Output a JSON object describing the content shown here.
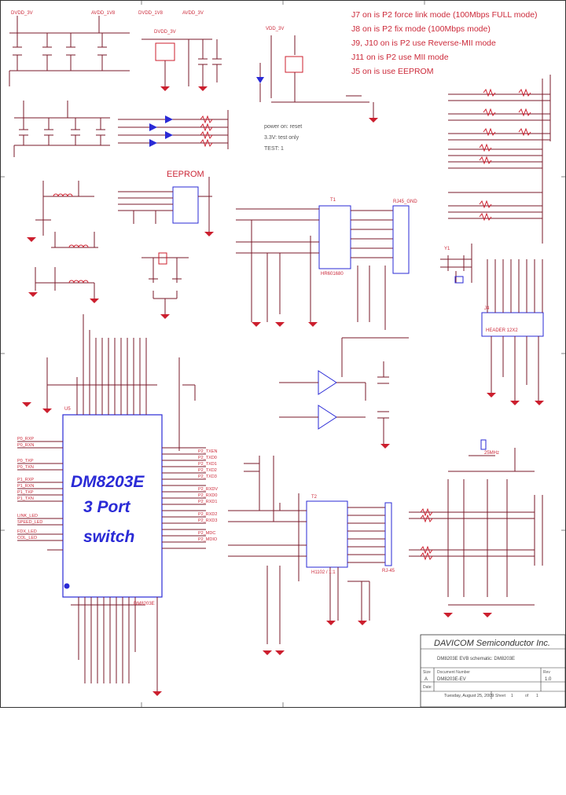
{
  "notes": [
    "J7 on is P2 force link mode (100Mbps FULL mode)",
    "J8 on is P2 fix mode (100Mbps mode)",
    "J9, J10 on is P2 use Reverse-MII mode",
    "J11 on is P2 use MII mode",
    "J5 on is use EEPROM"
  ],
  "chip": {
    "part": "DM8203E",
    "label_line1": "DM8203E",
    "label_line2": "3 Port",
    "label_line3": "switch",
    "ref": "U5"
  },
  "eeprom_label": "EEPROM",
  "supply_labels": [
    "DVDD_3V",
    "AVDD_1V8",
    "DVDD_1V8",
    "AVDD_3V",
    "DVDD_3V",
    "VDD_3V"
  ],
  "left_nets": [
    "P0_RXP",
    "P0_RXN",
    "P0_TXP",
    "P0_TXN",
    "P1_RXP",
    "P1_RXN",
    "P1_TXP",
    "P1_TXN",
    "LINK_LED",
    "SPEED_LED",
    "FDX_LED",
    "COL_LED"
  ],
  "right_nets": [
    "P2_TXEN",
    "P2_TXD0",
    "P2_TXD1",
    "P2_TXD2",
    "P2_TXD3",
    "P2_RXDV",
    "P2_RXD0",
    "P2_RXD1",
    "P2_RXD2",
    "P2_RXD3",
    "P2_MDC",
    "P2_MDIO"
  ],
  "power_notes": [
    "power on: reset",
    "3.3V: test only",
    "TEST: 1"
  ],
  "transformer_upper": {
    "ref": "T1",
    "part": "HR601680"
  },
  "transformer_lower": {
    "ref": "T2",
    "part": "H1102 / 1:1"
  },
  "connector_upper": "RJ45_GND",
  "connector_lower": "RJ-45",
  "header": {
    "ref": "J4",
    "part": "HEADER 12X2"
  },
  "crystal": {
    "ref": "Y1",
    "freq": "25MHz"
  },
  "title_block": {
    "company": "DAVICOM Semiconductor Inc.",
    "title": "DM8203E EVB schematic: DM8203E",
    "size_label": "Size",
    "size": "A",
    "doc_label": "Document Number",
    "doc_number": "DM8203E-EV",
    "rev_label": "Rev",
    "rev": "1.0",
    "date_label": "Date:",
    "date": "Tuesday, August 25, 2009",
    "sheet_label": "Sheet",
    "sheet": "1",
    "of_label": "of",
    "sheet_total": "1"
  },
  "colors": {
    "wire": "#7a1a2a",
    "component": "#cc1f2e",
    "label": "#cc2a3a",
    "ic_outline": "#2a2ad6",
    "frame": "#333333"
  }
}
